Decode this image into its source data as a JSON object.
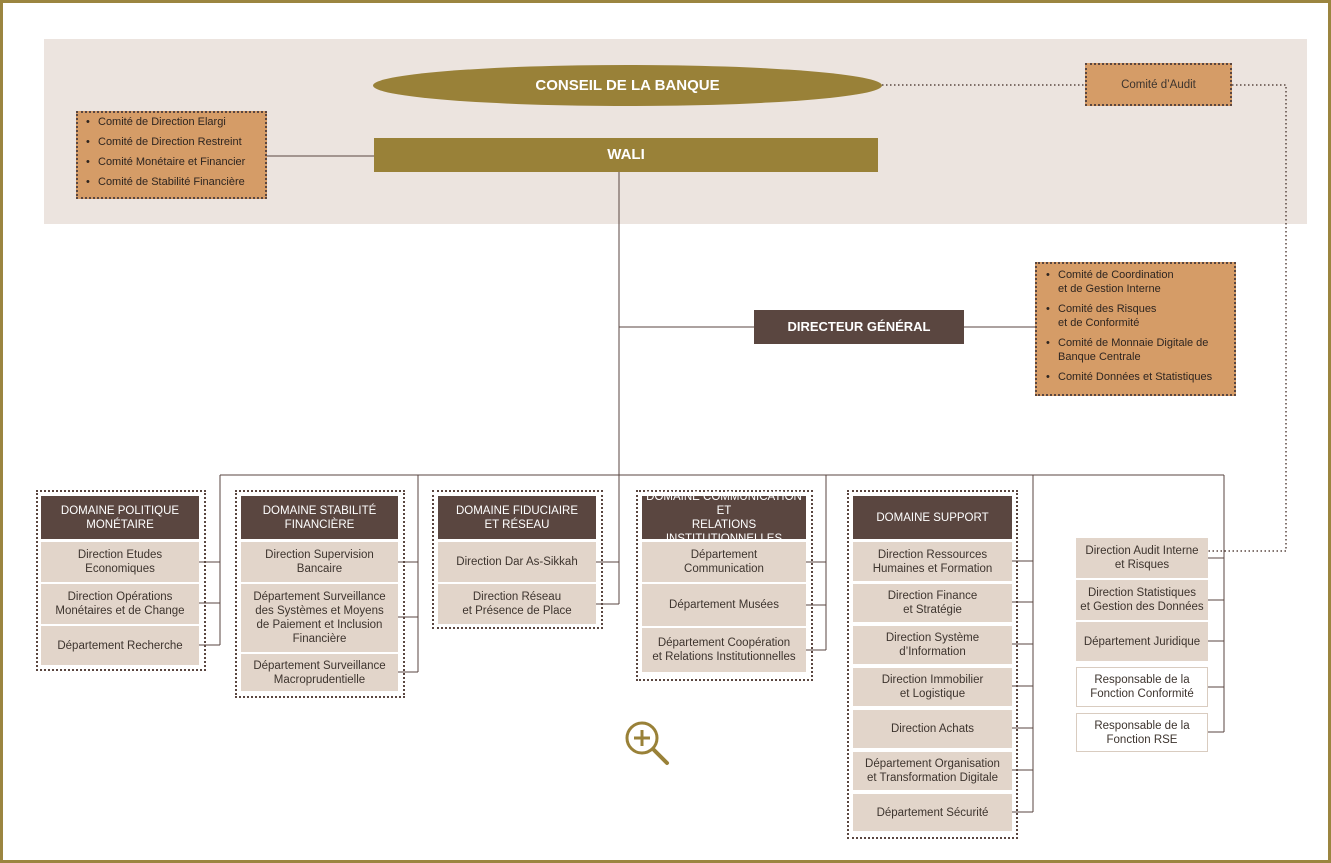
{
  "board": "CONSEIL DE LA BANQUE",
  "audit_committee": "Comité d’Audit",
  "governor": "WALI",
  "governor_committees": [
    "Comité de Direction Elargi",
    "Comité de Direction Restreint",
    "Comité Monétaire et Financier",
    "Comité de Stabilité Financière"
  ],
  "director_general": "DIRECTEUR GÉNÉRAL",
  "dg_committees": [
    "Comité de Coordination\net de Gestion Interne",
    "Comité des Risques\net de Conformité",
    "Comité de Monnaie Digitale de\nBanque Centrale",
    "Comité Données et Statistiques"
  ],
  "domains": [
    {
      "name": "DOMAINE POLITIQUE\nMONÉTAIRE",
      "units": [
        "Direction Etudes\nEconomiques",
        "Direction Opérations\nMonétaires et de Change",
        "Département Recherche"
      ]
    },
    {
      "name": "DOMAINE STABILITÉ\nFINANCIÈRE",
      "units": [
        "Direction Supervision\nBancaire",
        "Département Surveillance\ndes Systèmes et Moyens\nde Paiement et Inclusion\nFinancière",
        "Département Surveillance\nMacroprudentielle"
      ]
    },
    {
      "name": "DOMAINE FIDUCIAIRE\nET RÉSEAU",
      "units": [
        "Direction Dar As-Sikkah",
        "Direction Réseau\net Présence de Place"
      ]
    },
    {
      "name": "DOMAINE COMMUNICATION ET\nRELATIONS INSTITUTIONNELLES",
      "units": [
        "Département\nCommunication",
        "Département Musées",
        "Département Coopération\net Relations Institutionnelles"
      ]
    },
    {
      "name": "DOMAINE SUPPORT",
      "units": [
        "Direction Ressources\nHumaines et Formation",
        "Direction Finance\net Stratégie",
        "Direction Système\nd’Information",
        "Direction Immobilier\net Logistique",
        "Direction Achats",
        "Département Organisation\net Transformation Digitale",
        "Département Sécurité"
      ]
    }
  ],
  "direct_units": [
    "Direction Audit Interne\net Risques",
    "Direction Statistiques\net Gestion des Données",
    "Département Juridique",
    "Responsable de la\nFonction Conformité",
    "Responsable de la\nFonction RSE"
  ],
  "colors": {
    "gold": "#998138",
    "brown": "#5a4640",
    "tan": "#d59c67",
    "unit": "#e2d5ca",
    "band": "#ece4df"
  }
}
